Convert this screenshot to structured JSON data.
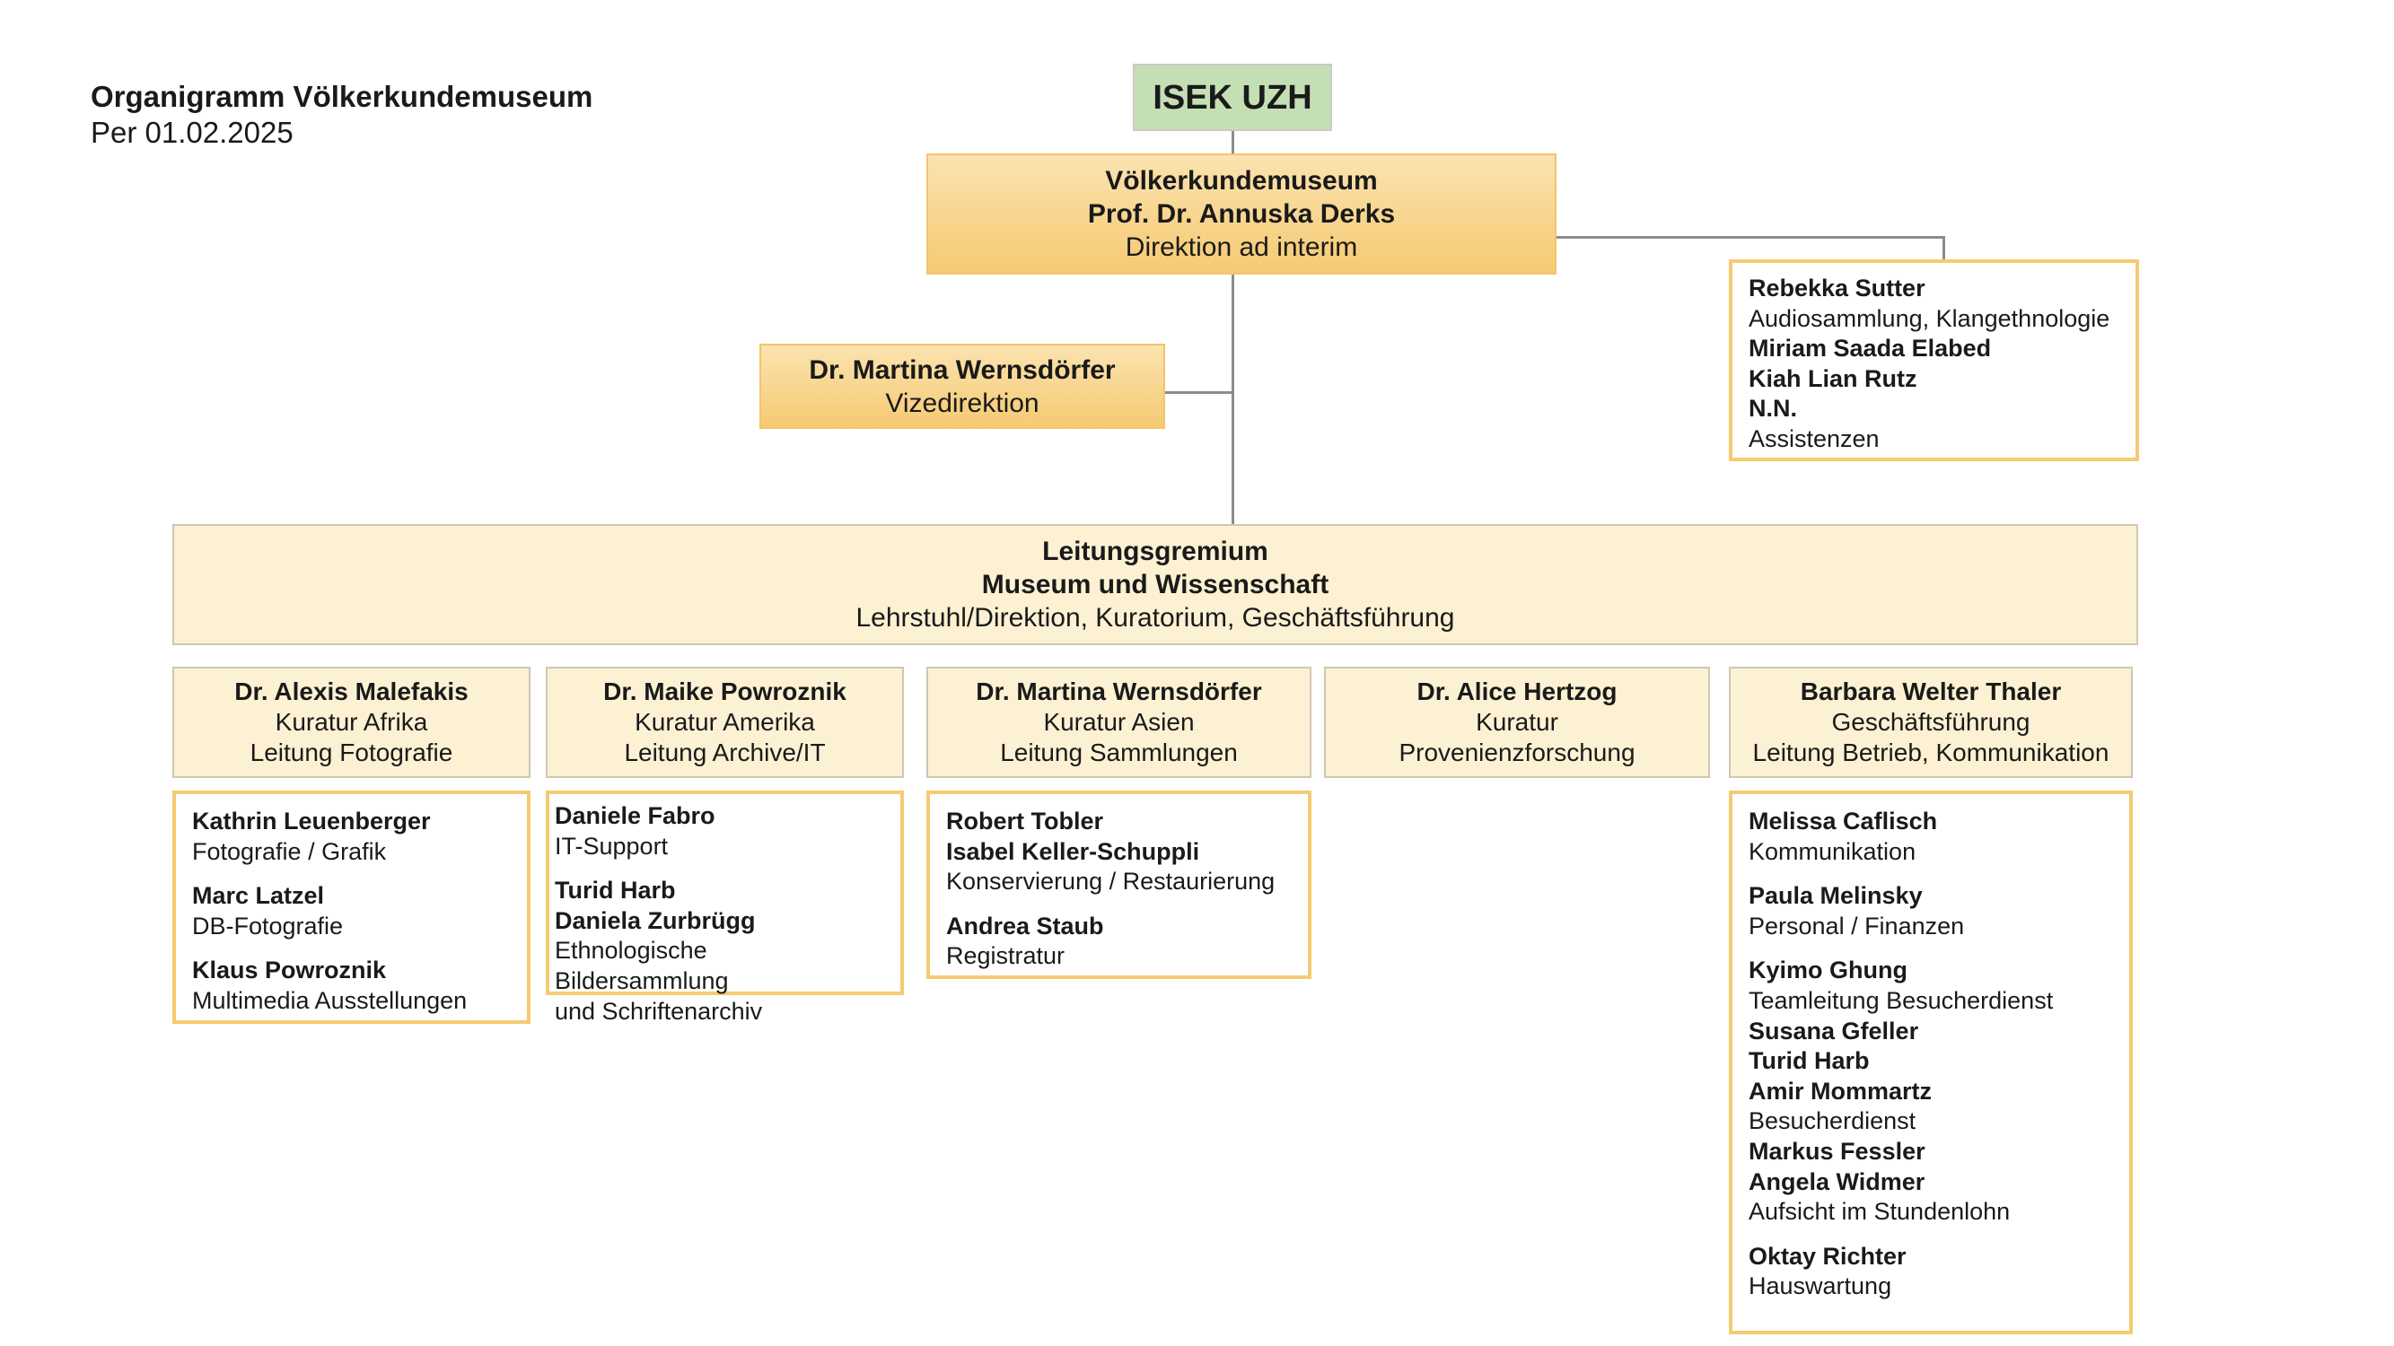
{
  "header": {
    "title": "Organigramm Völkerkundemuseum",
    "date": "Per 01.02.2025"
  },
  "top": {
    "label": "ISEK UZH"
  },
  "direction": {
    "line1": "Völkerkundemuseum",
    "line2": "Prof. Dr. Annuska Derks",
    "line3": "Direktion ad interim"
  },
  "vice": {
    "name": "Dr. Martina Wernsdörfer",
    "role": "Vizedirektion"
  },
  "assistants": {
    "lines": [
      {
        "text": "Rebekka Sutter",
        "bold": true
      },
      {
        "text": "Audiosammlung, Klangethnologie",
        "bold": false
      },
      {
        "text": "Miriam Saada Elabed",
        "bold": true
      },
      {
        "text": "Kiah Lian Rutz",
        "bold": true
      },
      {
        "text": "N.N.",
        "bold": true
      },
      {
        "text": "Assistenzen",
        "bold": false
      }
    ]
  },
  "board": {
    "line1": "Leitungsgremium",
    "line2": "Museum und Wissenschaft",
    "line3": "Lehrstuhl/Direktion, Kuratorium, Geschäftsführung"
  },
  "units": [
    {
      "head": "Dr. Alexis Malefakis",
      "role1": "Kuratur Afrika",
      "role2": "Leitung Fotografie",
      "staff": [
        [
          {
            "text": "Kathrin Leuenberger",
            "bold": true
          },
          {
            "text": "Fotografie / Grafik",
            "bold": false
          }
        ],
        [
          {
            "text": "Marc Latzel",
            "bold": true
          },
          {
            "text": "DB-Fotografie",
            "bold": false
          }
        ],
        [
          {
            "text": "Klaus Powroznik",
            "bold": true
          },
          {
            "text": "Multimedia Ausstellungen",
            "bold": false
          }
        ]
      ]
    },
    {
      "head": "Dr. Maike Powroznik",
      "role1": "Kuratur Amerika",
      "role2": "Leitung Archive/IT",
      "staff": [
        [
          {
            "text": "Daniele Fabro",
            "bold": true
          },
          {
            "text": "IT-Support",
            "bold": false
          }
        ],
        [
          {
            "text": "Turid Harb",
            "bold": true
          },
          {
            "text": "Daniela Zurbrügg",
            "bold": true
          },
          {
            "text": "Ethnologische Bildersammlung",
            "bold": false
          },
          {
            "text": "und Schriftenarchiv",
            "bold": false
          }
        ]
      ]
    },
    {
      "head": "Dr. Martina Wernsdörfer",
      "role1": "Kuratur Asien",
      "role2": "Leitung Sammlungen",
      "staff": [
        [
          {
            "text": "Robert Tobler",
            "bold": true
          },
          {
            "text": "Isabel Keller-Schuppli",
            "bold": true
          },
          {
            "text": "Konservierung / Restaurierung",
            "bold": false
          }
        ],
        [
          {
            "text": "Andrea Staub",
            "bold": true
          },
          {
            "text": "Registratur",
            "bold": false
          }
        ]
      ]
    },
    {
      "head": "Dr. Alice Hertzog",
      "role1": "Kuratur",
      "role2": "Provenienzforschung",
      "staff": []
    },
    {
      "head": "Barbara Welter Thaler",
      "role1": "Geschäftsführung",
      "role2": "Leitung Betrieb, Kommunikation",
      "staff": [
        [
          {
            "text": "Melissa Caflisch",
            "bold": true
          },
          {
            "text": "Kommunikation",
            "bold": false
          }
        ],
        [
          {
            "text": "Paula Melinsky",
            "bold": true
          },
          {
            "text": "Personal / Finanzen",
            "bold": false
          }
        ],
        [
          {
            "text": "Kyimo Ghung",
            "bold": true
          },
          {
            "text": "Teamleitung Besucherdienst",
            "bold": false
          },
          {
            "text": "Susana Gfeller",
            "bold": true
          },
          {
            "text": "Turid Harb",
            "bold": true
          },
          {
            "text": "Amir Mommartz",
            "bold": true
          },
          {
            "text": "Besucherdienst",
            "bold": false
          },
          {
            "text": "Markus Fessler",
            "bold": true
          },
          {
            "text": "Angela Widmer",
            "bold": true
          },
          {
            "text": "Aufsicht im Stundenlohn",
            "bold": false
          }
        ],
        [
          {
            "text": "Oktay Richter",
            "bold": true
          },
          {
            "text": "Hauswartung",
            "bold": false
          }
        ]
      ]
    }
  ]
}
